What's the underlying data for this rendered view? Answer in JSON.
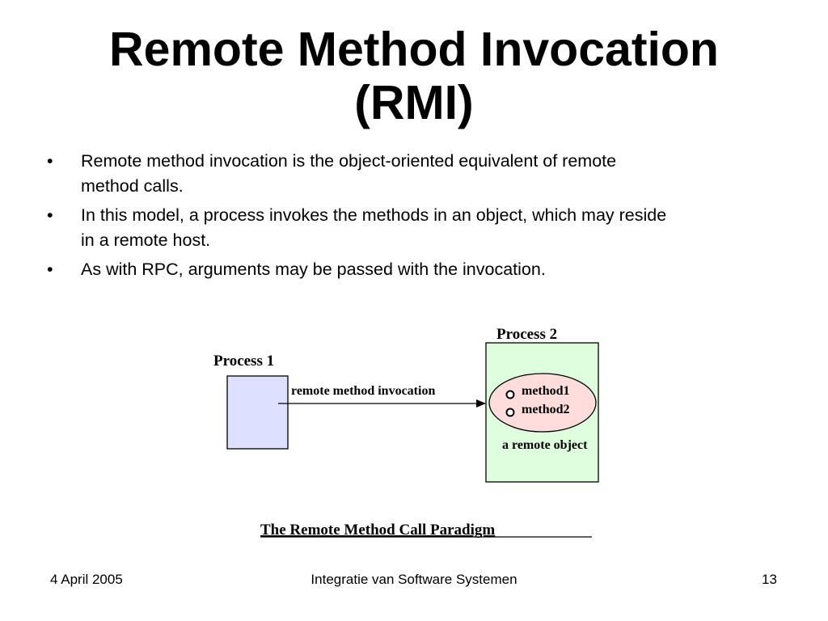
{
  "slide": {
    "title_line1": "Remote Method Invocation",
    "title_line2": "(RMI)",
    "bullets": [
      {
        "marker": "•",
        "line1": "Remote method invocation is the object-oriented equivalent of remote",
        "line2": "method calls."
      },
      {
        "marker": "•",
        "line1": "In this model, a process invokes the methods in an object, which may reside",
        "line2": "in a remote host."
      },
      {
        "marker": "•",
        "line1": "As with RPC, arguments may be passed with the invocation.",
        "line2": ""
      }
    ]
  },
  "diagram": {
    "process1_label": "Process 1",
    "process2_label": "Process 2",
    "arrow_label": "remote method invocation",
    "method1_label": "method1",
    "method2_label": "method2",
    "object_label": "a remote object",
    "caption": "The Remote Method Call Paradigm",
    "colors": {
      "process1_fill": "#dde0ff",
      "process2_fill": "#ddffdd",
      "object_fill": "#ffdddd",
      "stroke": "#000000"
    }
  },
  "footer": {
    "date": "4 April 2005",
    "course": "Integratie van Software Systemen",
    "page": "13"
  }
}
